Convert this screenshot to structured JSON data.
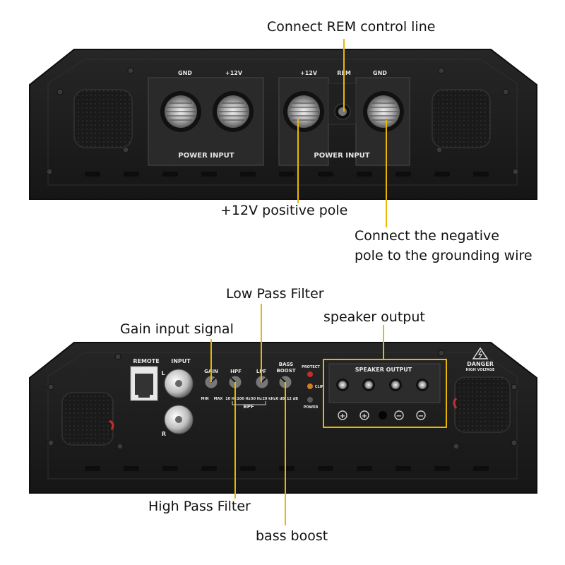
{
  "top_panel": {
    "labels": {
      "gnd_left": "GND",
      "p12_left": "+12V",
      "p12_right": "+12V",
      "rem": "REM",
      "gnd_right": "GND",
      "power_input_left": "POWER INPUT",
      "power_input_right": "POWER INPUT"
    },
    "callouts": {
      "rem": "Connect REM control line",
      "positive": "+12V positive pole",
      "negative_line1": "Connect the negative",
      "negative_line2": "pole to the grounding wire"
    }
  },
  "bottom_panel": {
    "labels": {
      "remote": "REMOTE",
      "input": "INPUT",
      "input_l": "L",
      "input_r": "R",
      "gain": "GAIN",
      "hpf": "HPF",
      "lpf": "LPF",
      "bass_boost_1": "BASS",
      "bass_boost_2": "BOOST",
      "gain_min": "MIN",
      "gain_max": "MAX",
      "hpf_min": "10 Hz",
      "hpf_max": "100 Hz",
      "lpf_min": "50 Hz",
      "lpf_max": "20 kHz",
      "bass_min": "0 dB",
      "bass_max": "12 dB",
      "bpf": "BPF",
      "protect": "PROTECT",
      "clip": "CLIP",
      "power": "POWER",
      "speaker_output": "SPEAKER OUTPUT",
      "danger": "DANGER",
      "high_voltage": "HIGH VOLTAGE",
      "term1": "+",
      "term2": "+",
      "term3": "−",
      "term4": "−"
    },
    "callouts": {
      "lpf": "Low Pass Filter",
      "gain": "Gain input signal",
      "speaker": "speaker output",
      "hpf": "High Pass Filter",
      "bass": "bass boost"
    }
  },
  "colors": {
    "callout_line": "#e8b800",
    "panel": "#1d1d1d",
    "panel_edge": "#0f0f0f",
    "terminal": "#9a9a9a"
  }
}
